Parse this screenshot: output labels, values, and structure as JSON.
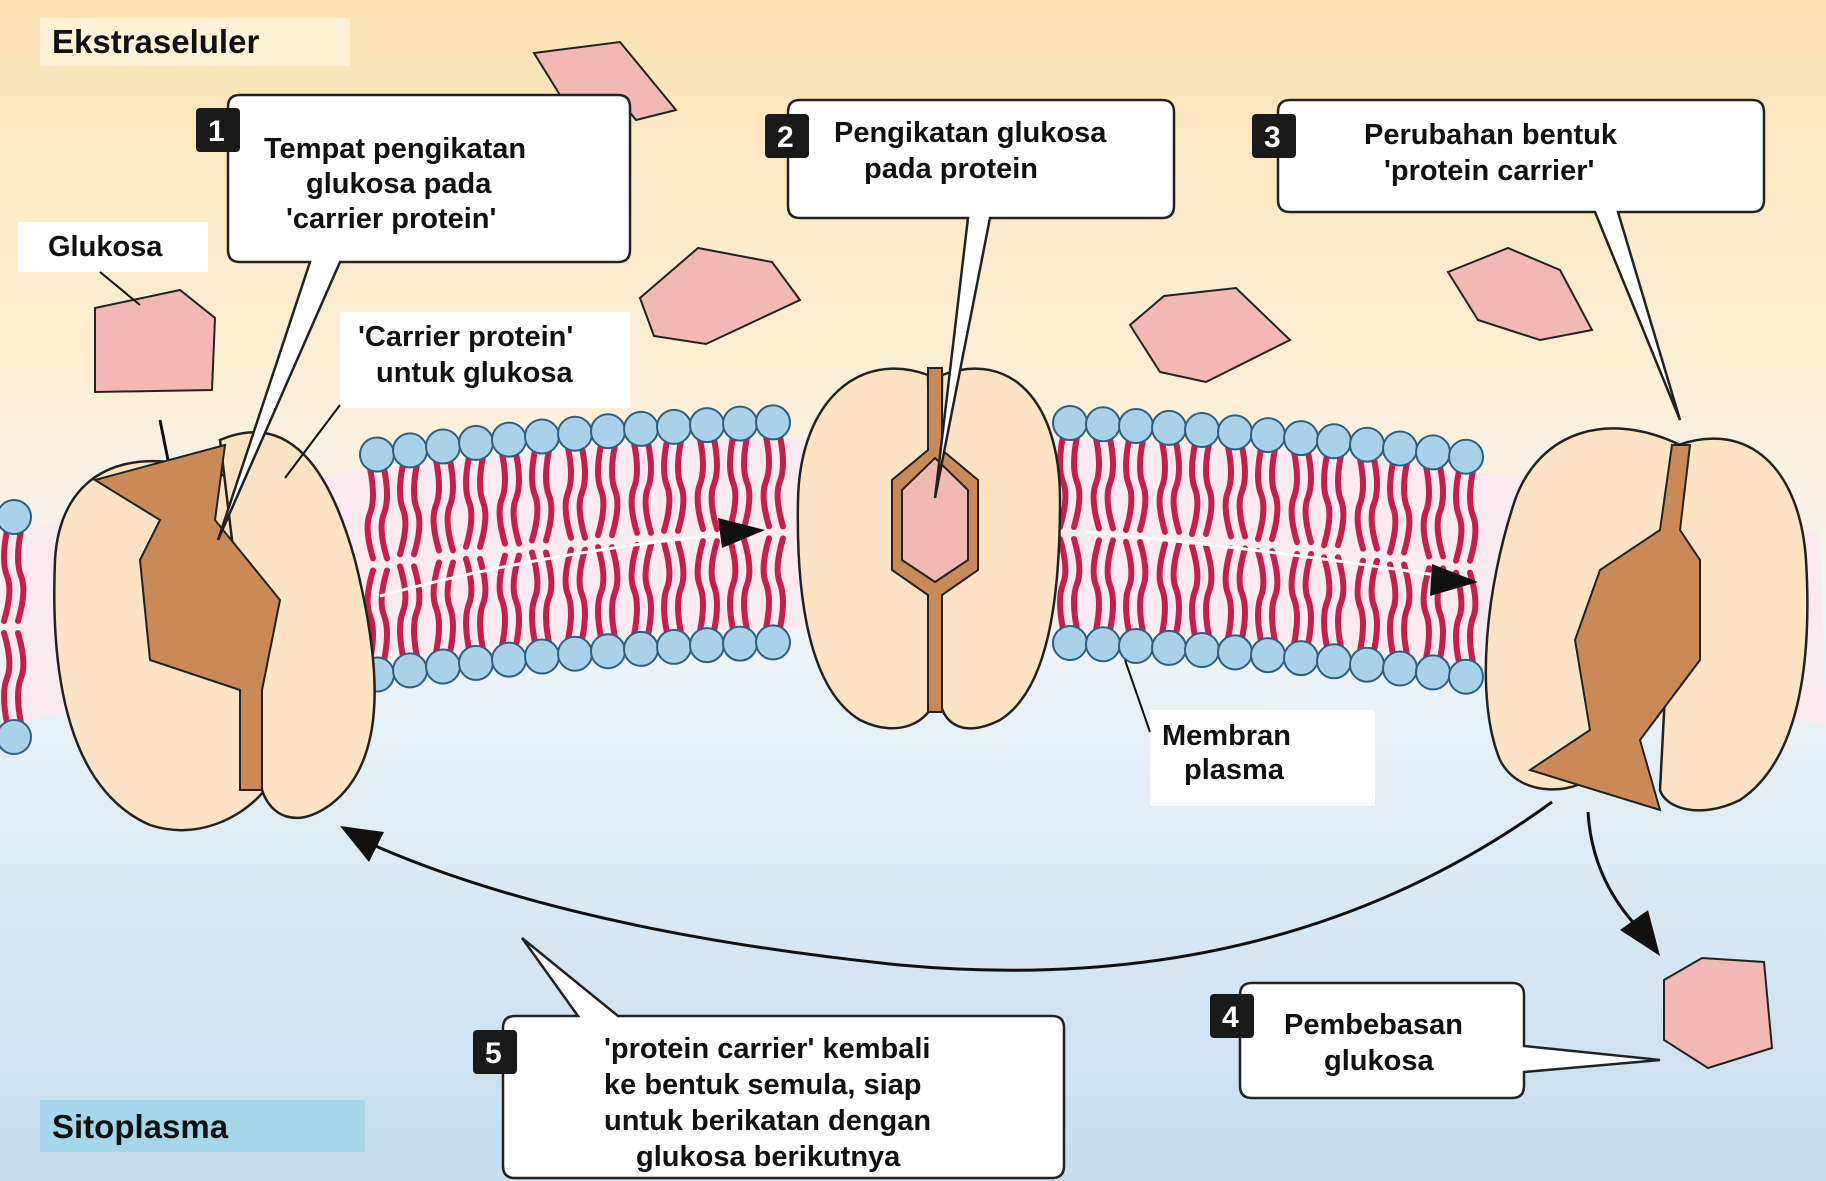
{
  "regions": {
    "extracellular": "Ekstraseluler",
    "cytoplasm": "Sitoplasma"
  },
  "labels": {
    "glucose": "Glukosa",
    "carrier_protein": [
      "'Carrier protein'",
      "untuk glukosa"
    ],
    "plasma_membrane": [
      "Membran",
      "plasma"
    ]
  },
  "steps": [
    {
      "number": "1",
      "lines": [
        "Tempat pengikatan",
        "glukosa pada",
        "'carrier protein'"
      ]
    },
    {
      "number": "2",
      "lines": [
        "Pengikatan glukosa",
        "pada protein"
      ]
    },
    {
      "number": "3",
      "lines": [
        "Perubahan bentuk",
        "'protein carrier'"
      ]
    },
    {
      "number": "4",
      "lines": [
        "Pembebasan",
        "glukosa"
      ]
    },
    {
      "number": "5",
      "lines": [
        "'protein carrier' kembali",
        "ke bentuk semula, siap",
        "untuk berikatan dengan",
        "glukosa berikutnya"
      ]
    }
  ],
  "colors": {
    "extracellular_top": "#fbe6b8",
    "cytoplasm_bottom": "#c9dfee",
    "lipid_head": "#a9d2ea",
    "lipid_head_stroke": "#2f5f80",
    "lipid_tail": "#c81e4c",
    "protein_fill": "#fbe3c4",
    "protein_channel": "#c98a57",
    "glucose_fill": "#f2b9b2",
    "badge": "#1a1a1a"
  }
}
